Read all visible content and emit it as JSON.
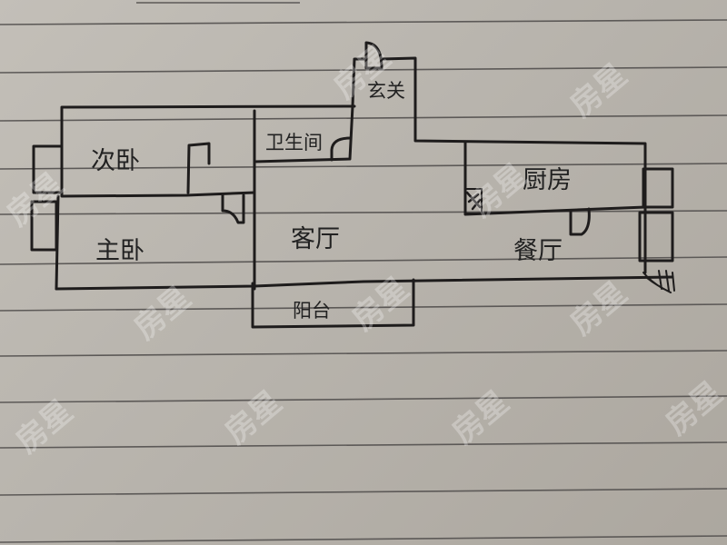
{
  "floor_plan": {
    "rooms": {
      "second_bedroom": "次卧",
      "master_bedroom": "主卧",
      "bathroom": "卫生间",
      "entrance": "玄关",
      "living_room": "客厅",
      "balcony": "阳台",
      "kitchen": "厨房",
      "dining_room": "餐厅"
    }
  },
  "watermark": "房星",
  "colors": {
    "paper": "#b9b5ae",
    "ink": "#1e1c1c",
    "rule_lines": "#5c5957"
  }
}
